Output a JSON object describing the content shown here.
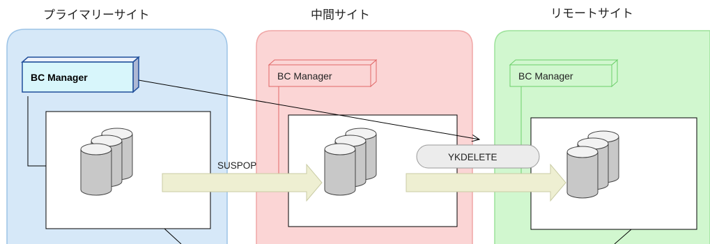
{
  "sites": {
    "primary": {
      "label": "プライマリーサイト",
      "bc": "BC Manager",
      "fill": "#d6e8f8",
      "stroke": "#9cc3e6",
      "accent": "#1f4e9a"
    },
    "intermediate": {
      "label": "中間サイト",
      "bc": "BC Manager",
      "fill": "#fbd5d5",
      "stroke": "#f0a6a6",
      "accent": "#e06666"
    },
    "remote": {
      "label": "リモートサイト",
      "bc": "BC Manager",
      "fill": "#d1f7cf",
      "stroke": "#9ce29a",
      "accent": "#6ccf6a"
    }
  },
  "commands": {
    "suspop": "SUSPOP",
    "ykdelete": "YKDELETE"
  },
  "colors": {
    "arrow_fill": "#eeefd2",
    "arrow_stroke": "#c9cba4",
    "primary_bc_fill": "#d8f6fb"
  },
  "icons": {
    "storage": "stacked-cylinder-storage-icon",
    "copy_arrow": "block-arrow-right-icon"
  }
}
